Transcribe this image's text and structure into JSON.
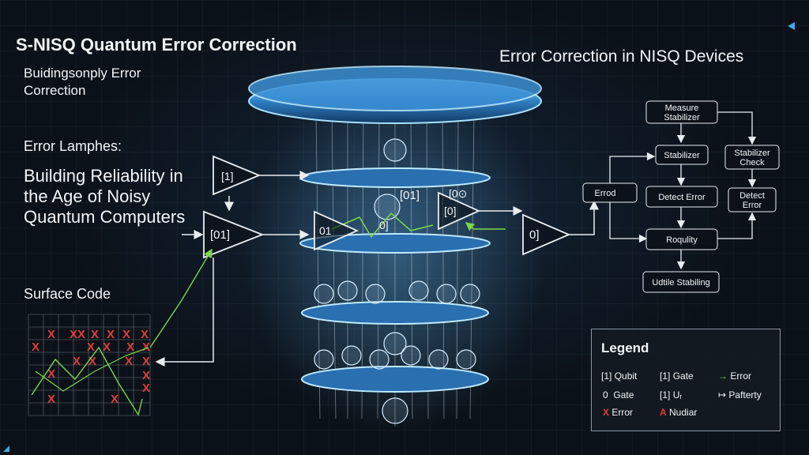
{
  "header": {
    "title_left": "S-NISQ Quantum Error Correction",
    "subtitle": "Buidingsonply Error Correction",
    "title_right": "Error Correction in NISQ Devices"
  },
  "left_panel": {
    "lamp_label": "Error Lamphes:",
    "headline": "Building Reliability in the Age of Noisy Quantum Computers",
    "surface_label": "Surface Code"
  },
  "gates": {
    "g1": "[1]",
    "g2": "[01]",
    "g3": "01",
    "g4": "[0]",
    "g5": "0]",
    "stack_label_a": "[01]",
    "stack_label_b": "[0⊙",
    "stack_label_c": "0]"
  },
  "flowchart": {
    "measure": "Measure Stabilizer",
    "stabilizer": "Stabilizer",
    "stab_check": "Stabilizer Check",
    "errod": "Errod",
    "detect_error": "Detect Error",
    "detect_error_2": "Detect Error",
    "roqulity": "Roqulity",
    "udtile": "Udtile Stabiling"
  },
  "legend": {
    "title": "Legend",
    "items": [
      {
        "sym": "[1]",
        "label": "Qubit"
      },
      {
        "sym": "[1]",
        "label": "Gate"
      },
      {
        "sym": "→",
        "label": "Error"
      },
      {
        "sym": "0",
        "label": "Gate"
      },
      {
        "sym": "[1]",
        "label": "Uᵣ"
      },
      {
        "sym": "↦",
        "label": "Pafterty"
      },
      {
        "sym": "X",
        "label": "Error"
      },
      {
        "sym": "A",
        "label": "Nudiar"
      }
    ]
  },
  "colors": {
    "accent_blue": "#5ab8ff",
    "error_red": "#e23b3b",
    "path_green": "#7bd64a",
    "line_white": "#e8edf2"
  }
}
